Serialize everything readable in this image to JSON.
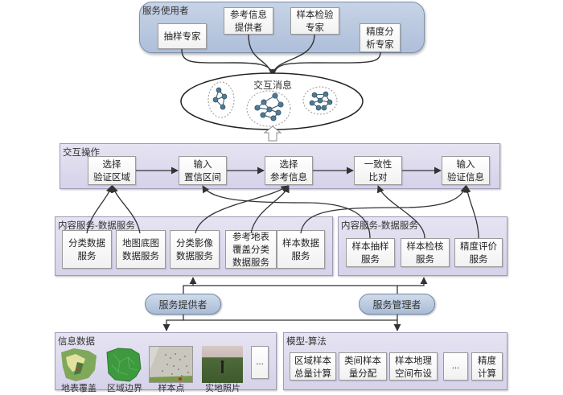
{
  "service_users": {
    "title": "服务使用者",
    "roles": [
      {
        "label": "抽样专家"
      },
      {
        "label": "参考信息\n提供者"
      },
      {
        "label": "样本检验\n专家"
      },
      {
        "label": "精度分\n析专家"
      }
    ]
  },
  "interaction_messages": {
    "title": "交互消息",
    "network_icons": [
      "network-cluster-small",
      "network-cluster-large",
      "network-cluster-medium"
    ]
  },
  "interaction_operations": {
    "title": "交互操作",
    "steps": [
      {
        "label": "选择\n验证区域"
      },
      {
        "label": "输入\n置信区间"
      },
      {
        "label": "选择\n参考信息"
      },
      {
        "label": "一致性\n比对"
      },
      {
        "label": "输入\n验证信息"
      }
    ]
  },
  "content_services_left": {
    "title": "内容服务-数据服务",
    "items": [
      {
        "label": "分类数据\n服务"
      },
      {
        "label": "地图底图\n数据服务"
      },
      {
        "label": "分类影像\n数据服务"
      },
      {
        "label": "参考地表\n覆盖分类\n数据服务"
      },
      {
        "label": "样本数据\n服务"
      }
    ]
  },
  "content_services_right": {
    "title": "内容服务-数据服务",
    "items": [
      {
        "label": "样本抽样\n服务"
      },
      {
        "label": "样本检核\n服务"
      },
      {
        "label": "精度评价\n服务"
      }
    ]
  },
  "actors": {
    "provider": "服务提供者",
    "manager": "服务管理者"
  },
  "information_data": {
    "title": "信息数据",
    "items": [
      {
        "label": "地表覆盖",
        "icon": "land-cover-map-icon"
      },
      {
        "label": "区域边界",
        "icon": "region-boundary-map-icon"
      },
      {
        "label": "样本点",
        "icon": "sample-points-map-icon"
      },
      {
        "label": "实地照片",
        "icon": "field-photo-icon"
      }
    ],
    "more_label": "..."
  },
  "model_algorithms": {
    "title": "模型-算法",
    "items": [
      {
        "label": "区域样本\n总量计算"
      },
      {
        "label": "类间样本\n量分配"
      },
      {
        "label": "样本地理\n空间布设"
      },
      {
        "label": "..."
      },
      {
        "label": "精度\n计算"
      }
    ]
  },
  "colors": {
    "panel_purple": "#dcd9ee",
    "panel_blue": "#b6c6de",
    "network_node": "#4f7a94",
    "arrow": "#333333"
  }
}
